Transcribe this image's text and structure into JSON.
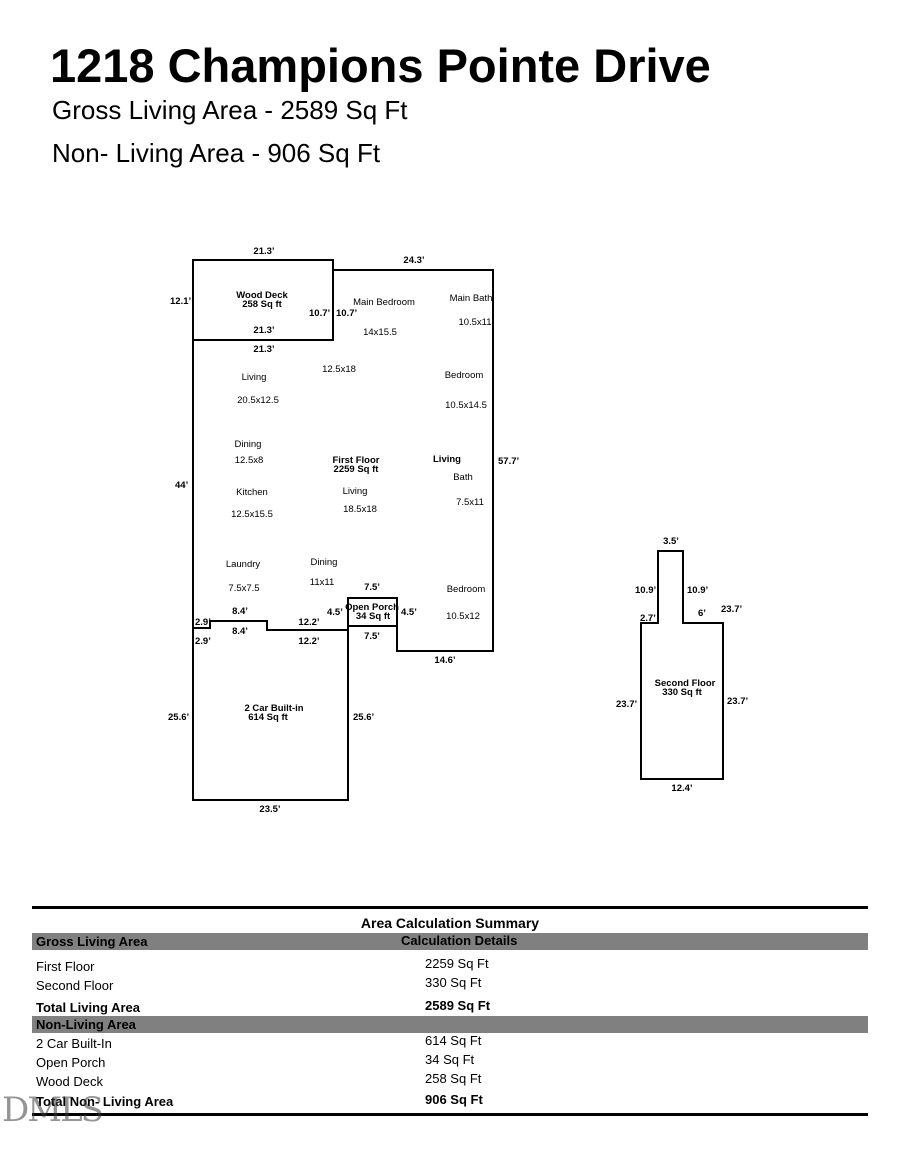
{
  "header": {
    "title": "1218 Champions Pointe Drive",
    "gross_living_area": "Gross Living Area - 2589 Sq Ft",
    "non_living_area": "Non- Living Area - 906 Sq Ft"
  },
  "plan": {
    "deck": {
      "name": "Wood Deck",
      "area": "258 Sq ft",
      "dim_top": "21.3’",
      "dim_mid": "21.3’",
      "dim_bottom": "21.3’",
      "dim_left": "12.1’",
      "dim_right": "10.7’"
    },
    "first_floor": {
      "name": "First Floor",
      "area": "2259 Sq ft",
      "dim_top": "24.3’",
      "dim_inner_left": "10.7’",
      "dim_right": "57.7’",
      "dim_left": "44’",
      "dim_bottom_right": "14.6’",
      "dim_porch_top": "7.5’",
      "dim_porch_bottom": "7.5’",
      "dim_porch_left": "4.5’",
      "dim_porch_right": "4.5’",
      "dim_step_top": "8.4’",
      "dim_step_bottom": "8.4’",
      "dim_step_left_top": "2.9’",
      "dim_step_left_bottom": "2.9’",
      "dim_mid_top": "12.2’",
      "dim_mid_bottom": "12.2’"
    },
    "rooms": [
      {
        "label": "Main Bedroom",
        "size": "14x15.5"
      },
      {
        "label": "Main Bath",
        "size": "10.5x11"
      },
      {
        "label": "",
        "size": "12.5x18"
      },
      {
        "label": "Living",
        "size": "20.5x12.5"
      },
      {
        "label": "Bedroom",
        "size": "10.5x14.5"
      },
      {
        "label": "Dining",
        "size": "12.5x8"
      },
      {
        "label": "Living",
        "size": ""
      },
      {
        "label": "Bath",
        "size": "7.5x11"
      },
      {
        "label": "Kitchen",
        "size": "12.5x15.5"
      },
      {
        "label": "Living",
        "size": "18.5x18"
      },
      {
        "label": "Laundry",
        "size": "7.5x7.5"
      },
      {
        "label": "Dining",
        "size": "11x11"
      },
      {
        "label": "Bedroom",
        "size": "10.5x12"
      }
    ],
    "porch": {
      "name": "Open Porch",
      "area": "34 Sq ft"
    },
    "garage": {
      "name": "2 Car Built-in",
      "area": "614 Sq ft",
      "dim_left": "25.6’",
      "dim_right": "25.6’",
      "dim_bottom": "23.5’"
    },
    "second_floor": {
      "name": "Second Floor",
      "area": "330 Sq ft",
      "dim_top": "3.5’",
      "dim_stem_left": "10.9’",
      "dim_stem_right": "10.9’",
      "dim_step_left": "2.7’",
      "dim_step_right": "6’",
      "dim_top_right": "23.7’",
      "dim_left": "23.7’",
      "dim_right": "23.7’",
      "dim_bottom": "12.4’"
    }
  },
  "summary": {
    "title": "Area Calculation Summary",
    "gla_header": "Gross Living Area",
    "details_header": "Calculation Details",
    "gla_rows": [
      {
        "label": "First Floor",
        "value": "2259 Sq Ft"
      },
      {
        "label": "Second Floor",
        "value": "330 Sq Ft"
      }
    ],
    "gla_total": {
      "label": "Total Living Area",
      "value": "2589 Sq Ft"
    },
    "nla_header": "Non-Living Area",
    "nla_rows": [
      {
        "label": "2 Car Built-In",
        "value": "614 Sq Ft"
      },
      {
        "label": "Open Porch",
        "value": "34 Sq Ft"
      },
      {
        "label": "Wood Deck",
        "value": "258 Sq Ft"
      }
    ],
    "nla_total": {
      "label": "Total Non- Living Area",
      "value": "906 Sq Ft"
    }
  },
  "watermark": "DMLS"
}
